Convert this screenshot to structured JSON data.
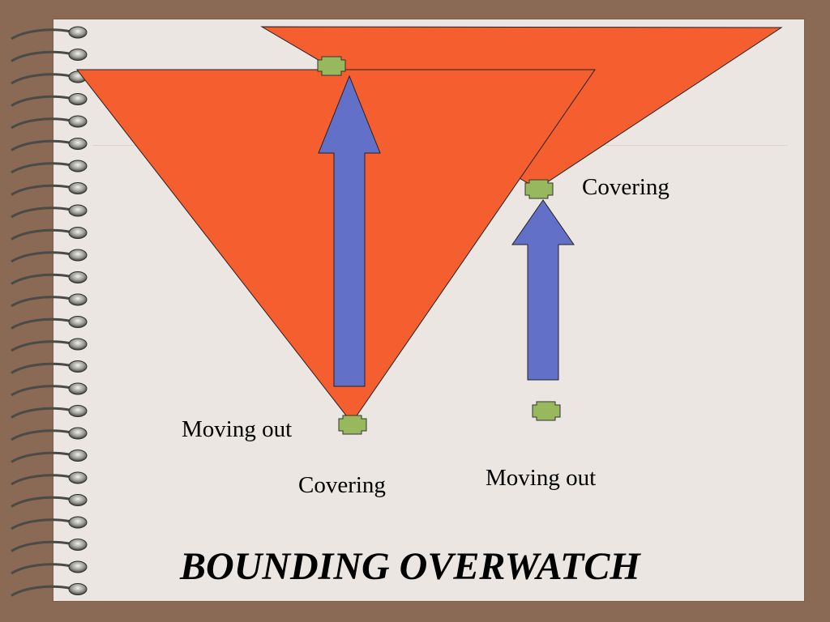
{
  "title": "BOUNDING OVERWATCH",
  "labels": {
    "covering_right": "Covering",
    "moving_out_left": "Moving out",
    "covering_bottom": "Covering",
    "moving_out_right": "Moving out"
  },
  "colors": {
    "frame": "#8a6a55",
    "paper": "#ebe6e1",
    "sector_fill": "#f55f30",
    "arrow_fill": "#6370c8",
    "position_marker": "#97b85c"
  },
  "icons": [
    "spiral-binding-icon",
    "position-marker-icon",
    "up-arrow-icon"
  ]
}
